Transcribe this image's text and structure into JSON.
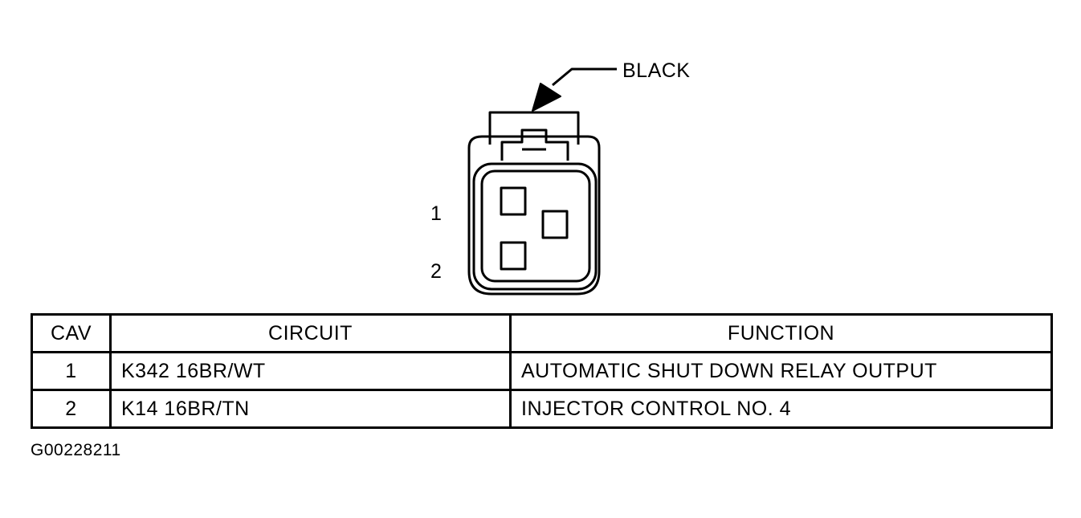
{
  "diagram": {
    "connector_color_label": "BLACK",
    "cavity_labels": [
      "1",
      "2"
    ]
  },
  "table": {
    "headers": [
      "CAV",
      "CIRCUIT",
      "FUNCTION"
    ],
    "rows": [
      {
        "cav": "1",
        "circuit": "K342 16BR/WT",
        "function": "AUTOMATIC SHUT DOWN RELAY OUTPUT"
      },
      {
        "cav": "2",
        "circuit": "K14 16BR/TN",
        "function": "INJECTOR CONTROL NO. 4"
      }
    ]
  },
  "figure_id": "G00228211",
  "colors": {
    "line": "#000000",
    "background": "#ffffff"
  }
}
